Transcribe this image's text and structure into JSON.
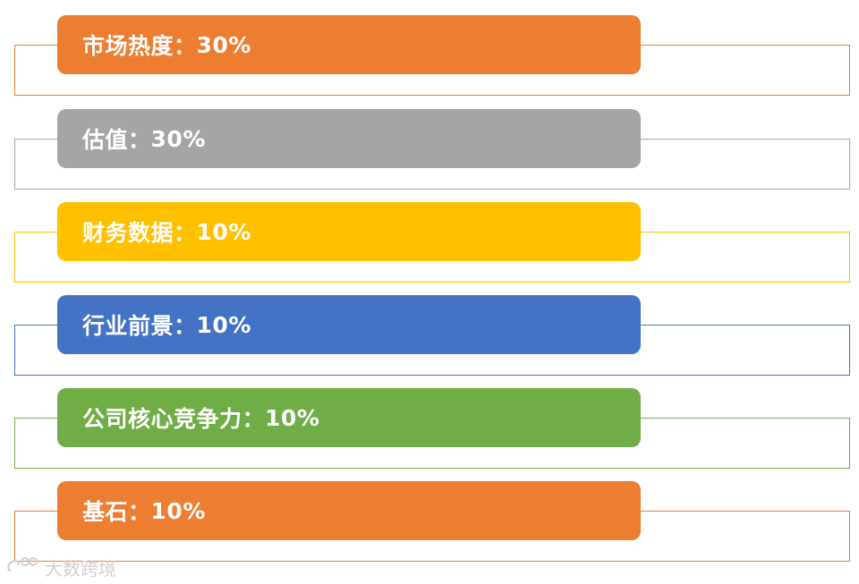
{
  "items": [
    {
      "name": "市场热度",
      "sep": "：",
      "pct": "30%",
      "color": "#ED7D31"
    },
    {
      "name": "估值",
      "sep": "：",
      "pct": "30%",
      "color": "#A5A5A5"
    },
    {
      "name": "财务数据",
      "sep": "：",
      "pct": "10%",
      "color": "#FFC000"
    },
    {
      "name": "行业前景",
      "sep": "：",
      "pct": "10%",
      "color": "#4472C4"
    },
    {
      "name": "公司核心竞争力",
      "sep": "：",
      "pct": "10%",
      "color": "#70AD47"
    },
    {
      "name": "基石",
      "sep": "：",
      "pct": "10%",
      "color": "#ED7D31"
    }
  ],
  "watermark": {
    "text": "大数跨境",
    "icon": "weibo-like-logo-icon"
  }
}
